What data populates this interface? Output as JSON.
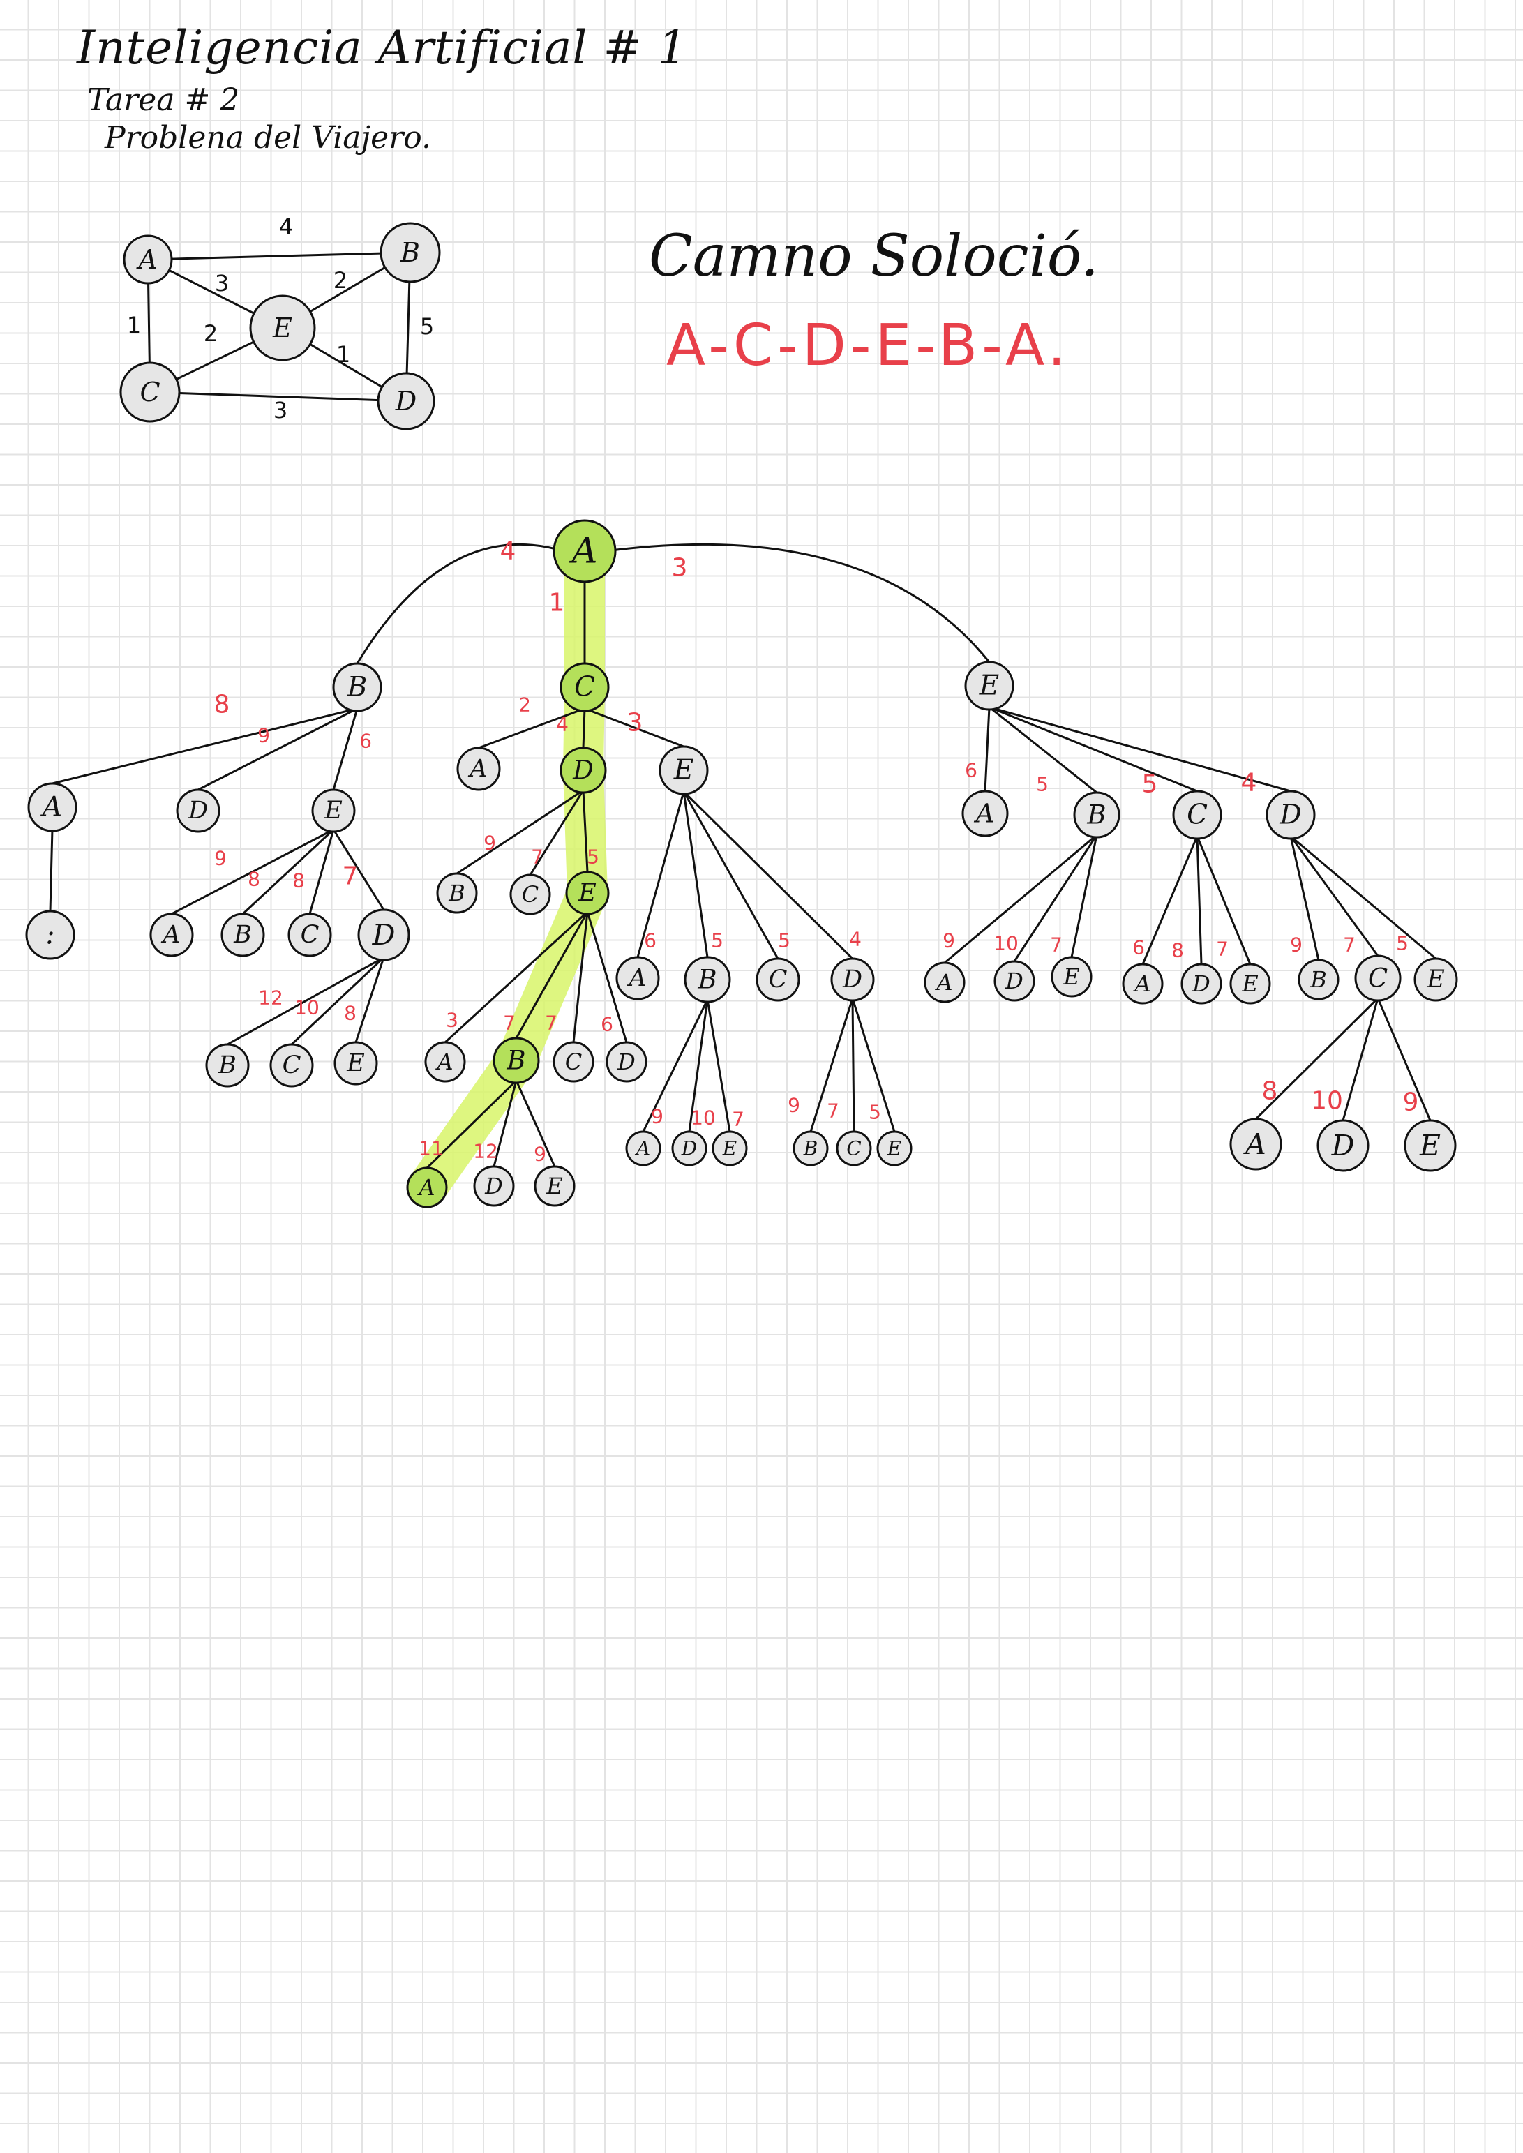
{
  "header": {
    "title": "Inteligencia Artificial # 1",
    "subtitle": "Tarea # 2",
    "subject": "Problena del Viajero."
  },
  "solution": {
    "heading": "Camno Soloció.",
    "path": "A-C-D-E-B-A."
  },
  "colors": {
    "ink": "#111111",
    "weight_red": "#e8404a",
    "highlight_green": "#d8f56a",
    "solution_node_fill": "#b4e05a",
    "node_fill": "#e6e6e6"
  },
  "graph": {
    "nodes": [
      "A",
      "B",
      "E",
      "C",
      "D"
    ],
    "edges": [
      {
        "from": "A",
        "to": "B",
        "w": "4"
      },
      {
        "from": "A",
        "to": "E",
        "w": "3"
      },
      {
        "from": "B",
        "to": "E",
        "w": "2"
      },
      {
        "from": "A",
        "to": "C",
        "w": "1"
      },
      {
        "from": "C",
        "to": "E",
        "w": "2"
      },
      {
        "from": "E",
        "to": "D",
        "w": "1"
      },
      {
        "from": "B",
        "to": "D",
        "w": "5"
      },
      {
        "from": "C",
        "to": "D",
        "w": "3"
      }
    ]
  },
  "search_tree": {
    "root": "A",
    "on_solution_path": [
      "A",
      "C",
      "D",
      "E",
      "B",
      "A"
    ],
    "labels": {
      "root": "A",
      "root_B": "B",
      "root_B_A": "A",
      "root_B_A_cont": ":",
      "root_B_D": "D",
      "root_B_E": "E",
      "root_B_E_A": "A",
      "root_B_E_B": "B",
      "root_B_E_C": "C",
      "root_B_E_D": "D",
      "root_B_E_D_B": "B",
      "root_B_E_D_C": "C",
      "root_B_E_D_E": "E",
      "root_C": "C",
      "root_C_A": "A",
      "root_C_D": "D",
      "root_C_E": "E",
      "root_C_D_B": "B",
      "root_C_D_C": "C",
      "root_C_D_E": "E",
      "root_C_D_E_A": "A",
      "root_C_D_E_B": "B",
      "root_C_D_E_C": "C",
      "root_C_D_E_D": "D",
      "root_C_D_E_B_A": "A",
      "root_C_D_E_B_D": "D",
      "root_C_D_E_B_E": "E",
      "root_C_E_A": "A",
      "root_C_E_B": "B",
      "root_C_E_C": "C",
      "root_C_E_D": "D",
      "root_C_E_B_A": "A",
      "root_C_E_B_D": "D",
      "root_C_E_B_E": "E",
      "root_C_E_D_B": "B",
      "root_C_E_D_C": "C",
      "root_C_E_D_E": "E",
      "root_E": "E",
      "root_E_A": "A",
      "root_E_B": "B",
      "root_E_C": "C",
      "root_E_D": "D",
      "root_E_B_A": "A",
      "root_E_B_D": "D",
      "root_E_B_E": "E",
      "root_E_C_A": "A",
      "root_E_C_D": "D",
      "root_E_C_E": "E",
      "root_E_D_B": "B",
      "root_E_D_C": "C",
      "root_E_D_E": "E",
      "root_E_D_C_A": "A",
      "root_E_D_C_D": "D",
      "root_E_D_C_E": "E"
    },
    "weights": {
      "root_B": "4",
      "root_C": "1",
      "root_E": "3",
      "root_B_A": "8",
      "root_B_D": "9",
      "root_B_E": "6",
      "root_B_E_A": "9",
      "root_B_E_B": "8",
      "root_B_E_C": "8",
      "root_B_E_D": "7",
      "root_B_E_D_B": "12",
      "root_B_E_D_C": "10",
      "root_B_E_D_E": "8",
      "root_C_A": "2",
      "root_C_D": "4",
      "root_C_E": "3",
      "root_C_D_B": "9",
      "root_C_D_C": "7",
      "root_C_D_E": "5",
      "root_C_D_E_A": "3",
      "root_C_D_E_B": "7",
      "root_C_D_E_C": "7",
      "root_C_D_E_D": "6",
      "root_C_D_E_B_A": "11",
      "root_C_D_E_B_D": "12",
      "root_C_D_E_B_E": "9",
      "root_C_E_A": "6",
      "root_C_E_B": "5",
      "root_C_E_C": "5",
      "root_C_E_D": "4",
      "root_C_E_B_A": "9",
      "root_C_E_B_D": "10",
      "root_C_E_B_E": "7",
      "root_C_E_D_B": "9",
      "root_C_E_D_C": "7",
      "root_C_E_D_E": "5",
      "root_E_A": "6",
      "root_E_B": "5",
      "root_E_C": "5",
      "root_E_D": "4",
      "root_E_B_A": "9",
      "root_E_B_D": "10",
      "root_E_B_E": "7",
      "root_E_C_A": "6",
      "root_E_C_D": "8",
      "root_E_C_E": "7",
      "root_E_D_B": "9",
      "root_E_D_C": "7",
      "root_E_D_E": "5",
      "root_E_D_C_A": "8",
      "root_E_D_C_D": "10",
      "root_E_D_C_E": "9"
    }
  }
}
